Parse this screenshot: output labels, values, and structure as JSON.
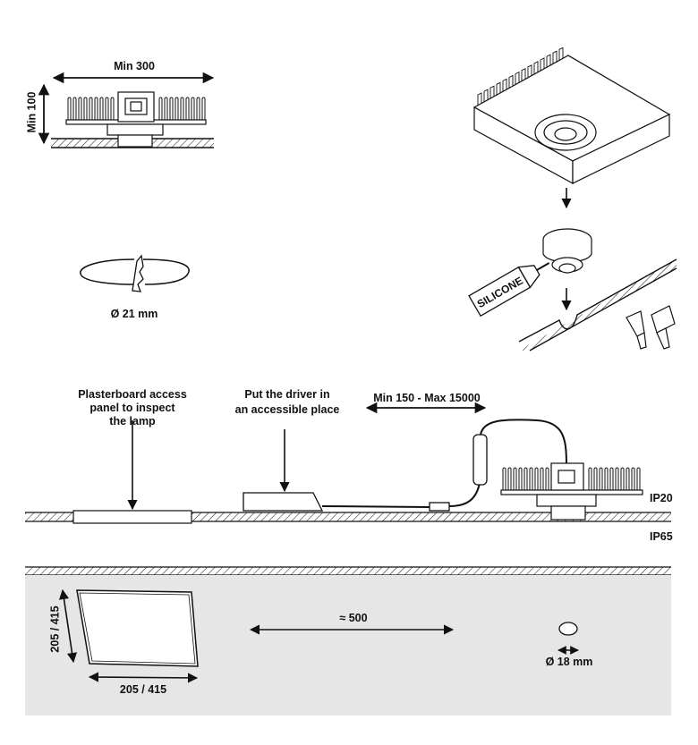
{
  "labels": {
    "min_width": "Min 300",
    "min_height": "Min 100",
    "hole_diameter": "Ø 21 mm",
    "silicone": "SILICONE",
    "access_panel": [
      "Plasterboard access",
      "panel to inspect",
      "the lamp"
    ],
    "driver": [
      "Put the driver in",
      "an accessible place"
    ],
    "cable_length": "Min 150 - Max 15000",
    "ip_upper": "IP20",
    "ip_lower": "IP65",
    "panel_height": "205 / 415",
    "panel_width": "205 / 415",
    "spacing": "≈ 500",
    "lens_diameter": "Ø 18 mm"
  },
  "colors": {
    "line": "#111111",
    "ceiling_fill": "#e6e6e6",
    "hatch": "#222222"
  },
  "icons": [
    "heatsink-lamp-icon",
    "saw-cut-icon",
    "silicone-tube-icon",
    "putty-knife-icon",
    "paint-brush-icon",
    "driver-box-icon",
    "cable-connector-icon"
  ]
}
